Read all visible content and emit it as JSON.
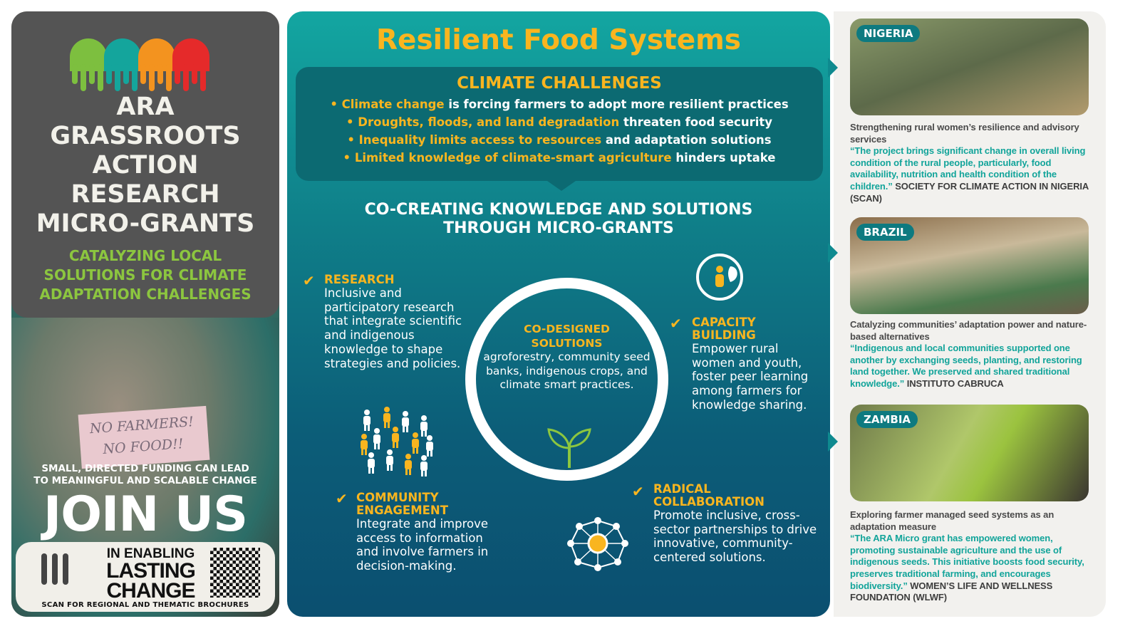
{
  "left": {
    "title_lines": [
      "ARA",
      "GRASSROOTS",
      "ACTION",
      "RESEARCH",
      "MICRO-GRANTS"
    ],
    "subtitle_lines": [
      "CATALYZING LOCAL",
      "SOLUTIONS FOR CLIMATE",
      "ADAPTATION CHALLENGES"
    ],
    "sign_text": "NO FARMERS! NO FOOD!!",
    "small_cta_lines": [
      "SMALL, DIRECTED FUNDING CAN LEAD",
      "TO MEANINGFUL AND SCALABLE CHANGE"
    ],
    "join": "JOIN US",
    "cta_a": "IN ENABLING",
    "cta_b1": "LASTING",
    "cta_b2": "CHANGE",
    "scan": "SCAN FOR REGIONAL AND THEMATIC BROCHURES",
    "logo_colors": [
      "#7dbf3f",
      "#14a59c",
      "#f3931f",
      "#e52a2a"
    ]
  },
  "center": {
    "title": "Resilient Food Systems",
    "challenges": {
      "heading": "CLIMATE CHALLENGES",
      "items": [
        {
          "hl": "Climate change",
          "rest": " is forcing farmers to adopt more resilient practices"
        },
        {
          "hl": "Droughts, floods, and land degradation",
          "rest": " threaten food security"
        },
        {
          "hl": "Inequality limits access to resources",
          "rest": " and adaptation solutions"
        },
        {
          "hl": "Limited knowledge of climate-smart agriculture",
          "rest": " hinders uptake"
        }
      ]
    },
    "cocreate_lines": [
      "CO-CREATING KNOWLEDGE AND SOLUTIONS",
      "THROUGH MICRO-GRANTS"
    ],
    "core": {
      "heading_lines": [
        "CO-DESIGNED",
        "SOLUTIONS"
      ],
      "body": "agroforestry, community seed banks, indigenous crops, and climate smart practices."
    },
    "research": {
      "heading": "RESEARCH",
      "body": "Inclusive and participatory research that integrate scientific and indigenous knowledge to shape strategies and policies."
    },
    "capacity": {
      "heading_lines": [
        "CAPACITY",
        "BUILDING"
      ],
      "body": "Empower rural women and youth, foster peer learning among farmers for knowledge sharing."
    },
    "community": {
      "heading_lines": [
        "COMMUNITY",
        "ENGAGEMENT"
      ],
      "body": "Integrate and improve access to information and involve farmers in decision-making."
    },
    "radical": {
      "heading_lines": [
        "RADICAL",
        "COLLABORATION"
      ],
      "body": "Promote inclusive, cross-sector partnerships to drive innovative, community-centered solutions."
    },
    "accent": "#f9b51f"
  },
  "right": {
    "cards": [
      {
        "tag": "NIGERIA",
        "title": "Strengthening rural women’s resilience and advisory services",
        "quote": "“The project brings significant change in overall living condition of the rural people, particularly, food availability, nutrition and health condition of the children.”",
        "source": " SOCIETY FOR CLIMATE ACTION IN NIGERIA (SCAN)"
      },
      {
        "tag": "BRAZIL",
        "title": "Catalyzing communities’ adaptation power and nature-based alternatives",
        "quote": "“Indigenous and local communities supported one another by exchanging seeds, planting, and restoring land together. We preserved and shared traditional knowledge.”",
        "source": " INSTITUTO CABRUCA"
      },
      {
        "tag": "ZAMBIA",
        "title": "Exploring farmer managed seed systems as an adaptation measure",
        "quote": "“The ARA Micro grant has empowered women, promoting sustainable agriculture and the use of indigenous seeds. This initiative boosts food security, preserves traditional farming, and encourages biodiversity.”",
        "source": " WOMEN’S LIFE AND WELLNESS FOUNDATION (WLWF)"
      }
    ]
  }
}
